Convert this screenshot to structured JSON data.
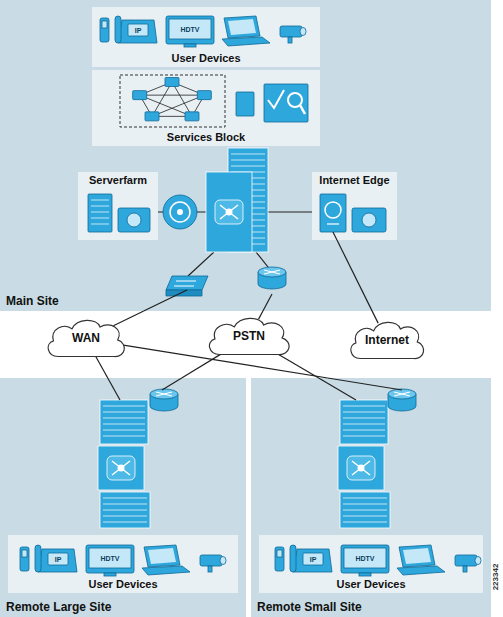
{
  "diagram": {
    "nodes": [
      {
        "text": [
          "Main Site"
        ]
      },
      {
        "text": [
          "User Devices"
        ],
        "in": 0
      },
      {
        "text": [
          "Services Block"
        ],
        "in": 0
      },
      {
        "text": [
          "Serverfarm"
        ],
        "in": 0
      },
      {
        "text": [
          "Internet Edge"
        ],
        "in": 0
      },
      {
        "text": [
          "WAN"
        ]
      },
      {
        "text": [
          "PSTN"
        ]
      },
      {
        "text": [
          "Internet"
        ]
      },
      {
        "text": [
          "Remote Large Site"
        ]
      },
      {
        "text": [
          "User Devices"
        ],
        "in": 8
      },
      {
        "text": [
          "Remote Small Site"
        ]
      },
      {
        "text": [
          "User Devices"
        ],
        "in": 10
      }
    ],
    "edges": [
      {
        "from": 0,
        "to": 5,
        "arrow": "none"
      },
      {
        "from": 0,
        "to": 6,
        "arrow": "none"
      },
      {
        "from": 4,
        "to": 7,
        "arrow": "none"
      },
      {
        "from": 5,
        "to": 8,
        "arrow": "none"
      },
      {
        "from": 5,
        "to": 10,
        "arrow": "none"
      },
      {
        "from": 6,
        "to": 8,
        "arrow": "none"
      },
      {
        "from": 6,
        "to": 10,
        "arrow": "none"
      }
    ],
    "labels": [
      "IP",
      "HDTV",
      "IP",
      "HDTV",
      "IP",
      "HDTV",
      "223342"
    ]
  }
}
